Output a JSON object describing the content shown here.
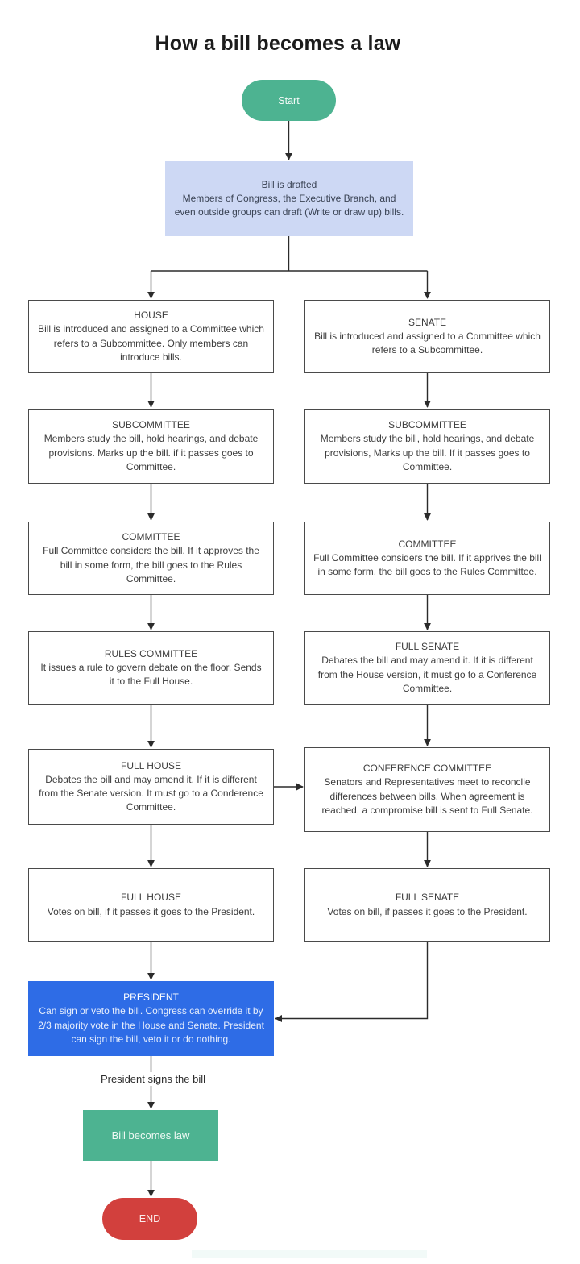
{
  "colors": {
    "green": "#4db391",
    "red": "#d2403d",
    "blue": "#2e6ce6",
    "lavender": "#cdd8f4",
    "line": "#2b2b2b",
    "border": "#4a4a4a",
    "text": "#3d3d3d"
  },
  "diagram": {
    "title": "How a bill becomes a law",
    "start": {
      "label": "Start"
    },
    "drafted": {
      "title": "Bill is drafted",
      "body": "Members of Congress, the Executive Branch, and even outside groups can draft (Write or draw up) bills."
    },
    "left": {
      "intro": {
        "title": "HOUSE",
        "body": "Bill is introduced and assigned to a Committee which refers to a Subcommittee. Only members can introduce bills."
      },
      "subcommittee": {
        "title": "SUBCOMMITTEE",
        "body": "Members study the bill, hold hearings, and debate provisions. Marks up the bill. if it passes goes to Committee."
      },
      "committee": {
        "title": "COMMITTEE",
        "body": "Full Committee considers the bill. If it approves the bill in some form, the bill goes to the Rules Committee."
      },
      "rules": {
        "title": "RULES COMMITTEE",
        "body": "It issues a rule to govern debate on the floor. Sends it to the Full House."
      },
      "debate": {
        "title": "FULL HOUSE",
        "body": "Debates the bill and may amend it. If it is different from the Senate version. It must go to a Conderence Committee."
      },
      "vote": {
        "title": "FULL HOUSE",
        "body": "Votes on bill, if it passes it goes to the President."
      }
    },
    "right": {
      "intro": {
        "title": "SENATE",
        "body": "Bill is introduced and assigned to a Committee which refers to a Subcommittee."
      },
      "subcommittee": {
        "title": "SUBCOMMITTEE",
        "body": "Members study the bill, hold hearings, and debate provisions, Marks up the bill. If it passes goes to Committee."
      },
      "committee": {
        "title": "COMMITTEE",
        "body": "Full Committee considers the bill. If it apprives the bill in some form, the bill goes to the Rules Committee."
      },
      "full_senate": {
        "title": "FULL SENATE",
        "body": "Debates the bill and may amend it. If it is different from the House version, it must go to a Conference Committee."
      },
      "conference": {
        "title": "CONFERENCE COMMITTEE",
        "body": "Senators and Representatives meet to reconclie differences between bills. When agreement is reached, a compromise bill is sent to Full Senate."
      },
      "vote": {
        "title": "FULL SENATE",
        "body": "Votes on bill, if passes it goes to the President."
      }
    },
    "president": {
      "title": "PRESIDENT",
      "body": "Can sign or veto the bill. Congress can override it by 2/3 majority vote in the House and Senate. President can sign the bill, veto it or do nothing."
    },
    "sign_label": "President signs the bill",
    "law": {
      "label": "Bill becomes law"
    },
    "end": {
      "label": "END"
    }
  }
}
